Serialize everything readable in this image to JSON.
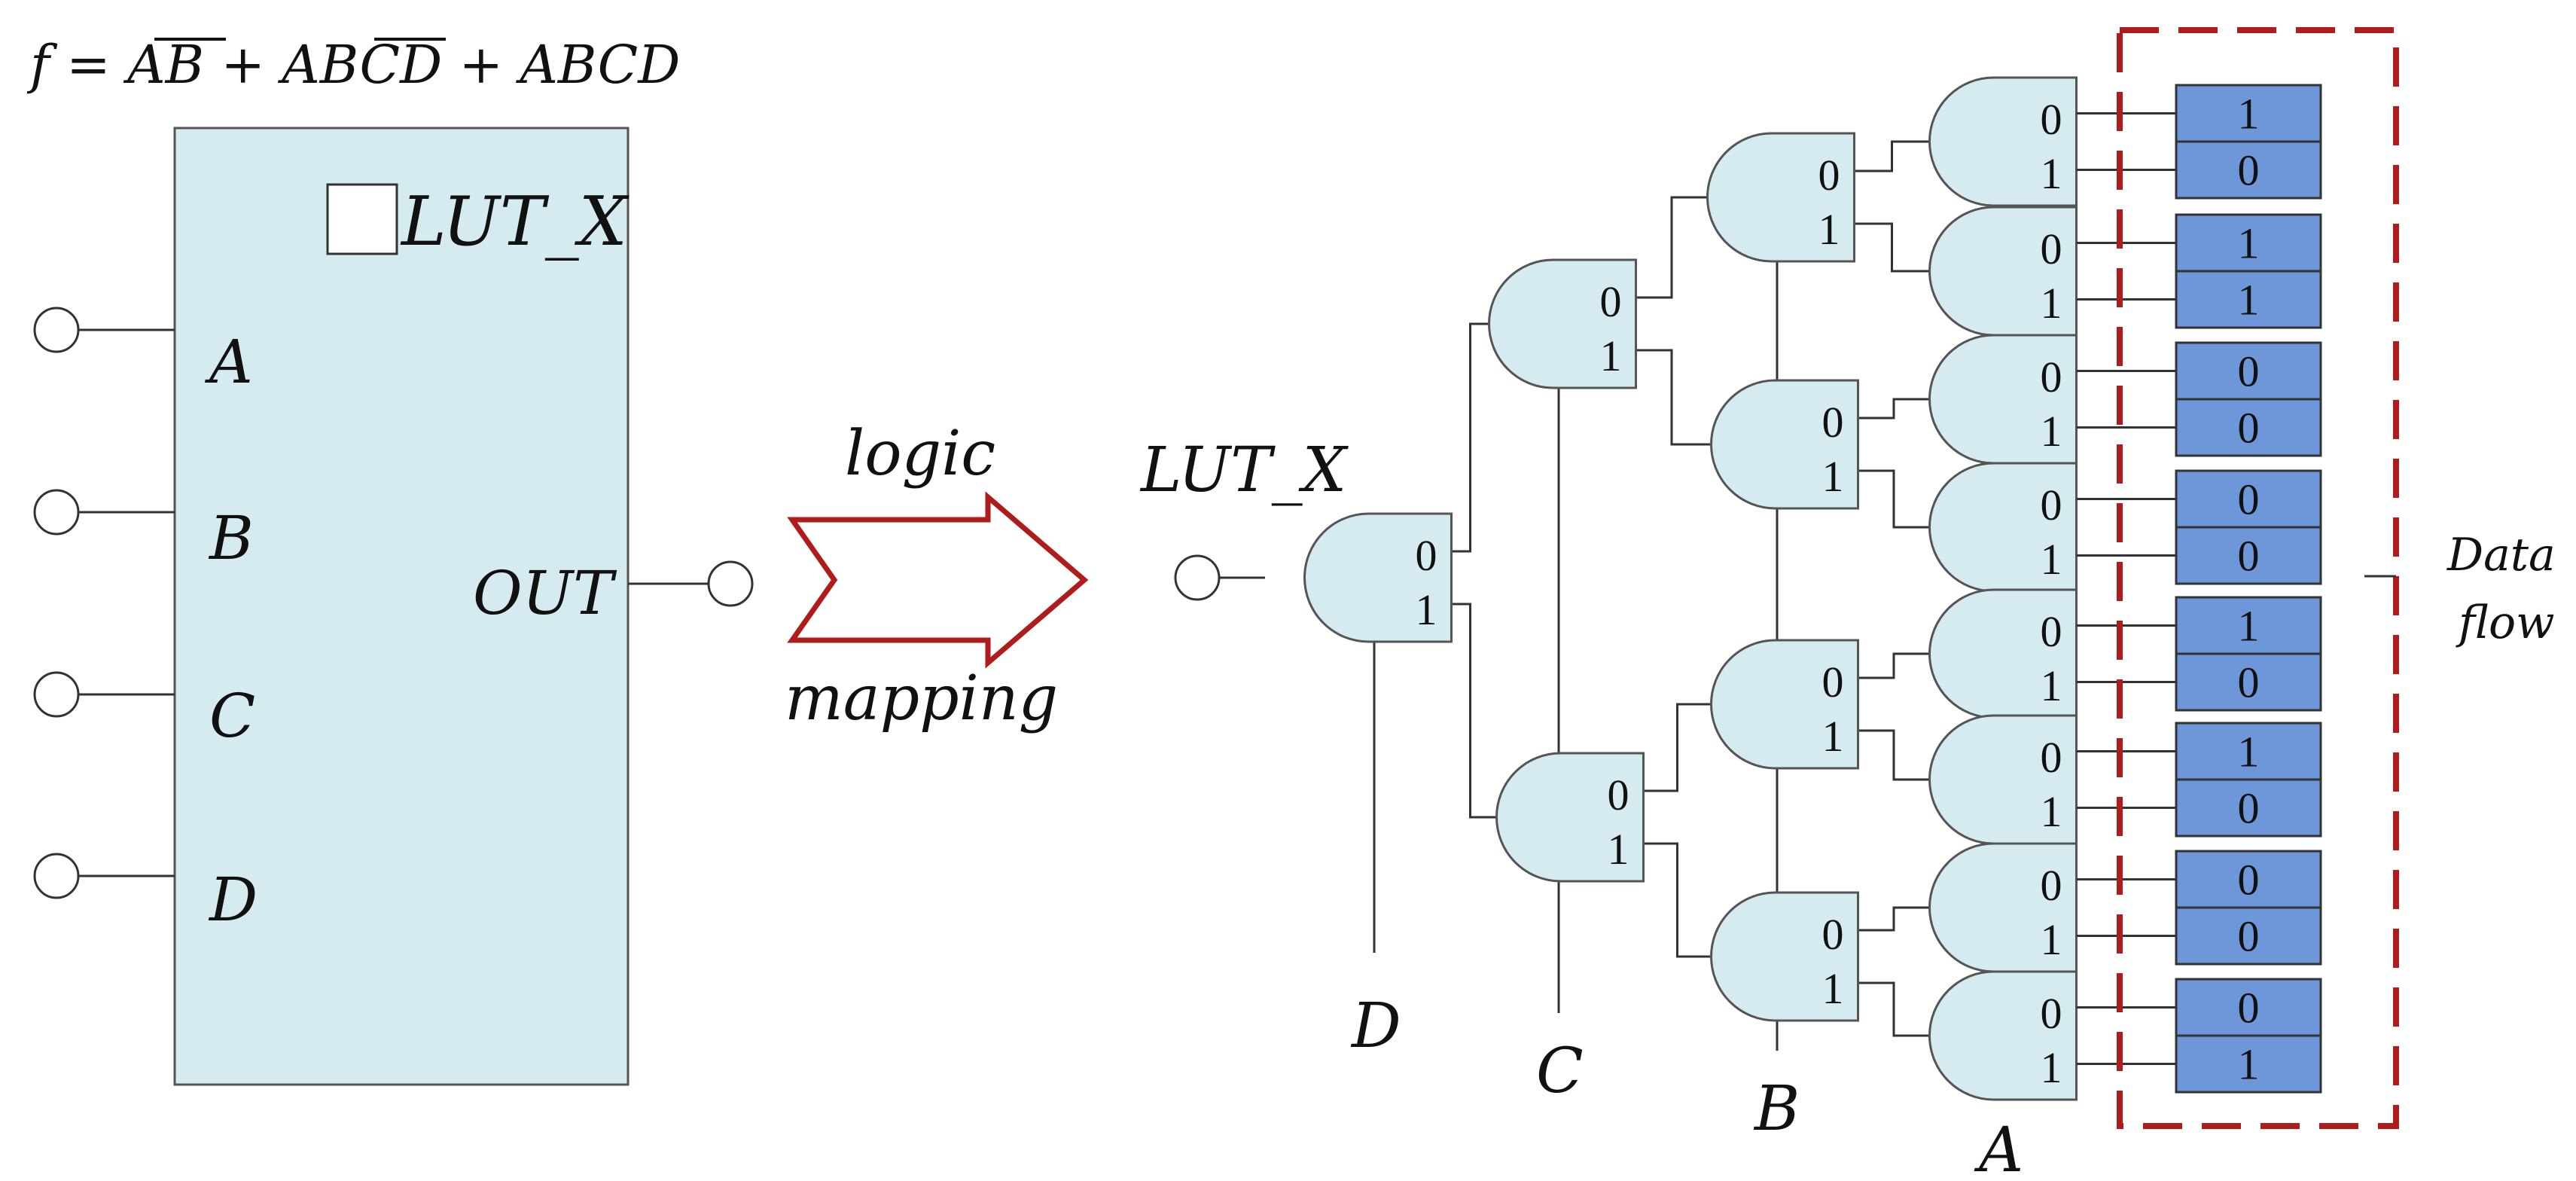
{
  "formula": {
    "prefix": "f = ",
    "term1": "AB",
    "plus": " + ",
    "term2_plain": "AB",
    "term2_bar": "CD",
    "term3": "ABCD"
  },
  "lut_block": {
    "name": "LUT_X",
    "inputs": [
      "A",
      "B",
      "C",
      "D"
    ],
    "output": "OUT"
  },
  "arrow": {
    "label_top": "logic",
    "label_bottom": "mapping"
  },
  "mux_tree": {
    "output_label": "LUT_X",
    "select_labels": {
      "D": "D",
      "C": "C",
      "B": "B",
      "A": "A"
    },
    "port0": "0",
    "port1": "1",
    "stored_bits": [
      [
        "1",
        "0"
      ],
      [
        "1",
        "1"
      ],
      [
        "0",
        "0"
      ],
      [
        "0",
        "0"
      ],
      [
        "1",
        "0"
      ],
      [
        "1",
        "0"
      ],
      [
        "0",
        "0"
      ],
      [
        "0",
        "1"
      ]
    ]
  },
  "data_flow": {
    "line1": "Data",
    "line2": "flow"
  },
  "colors": {
    "block_fill": "#d6ebf0",
    "memory_fill": "#6d97d8",
    "arrow_stroke": "#b01c1c",
    "dashed_box": "#b01c1c",
    "line": "#333333"
  }
}
